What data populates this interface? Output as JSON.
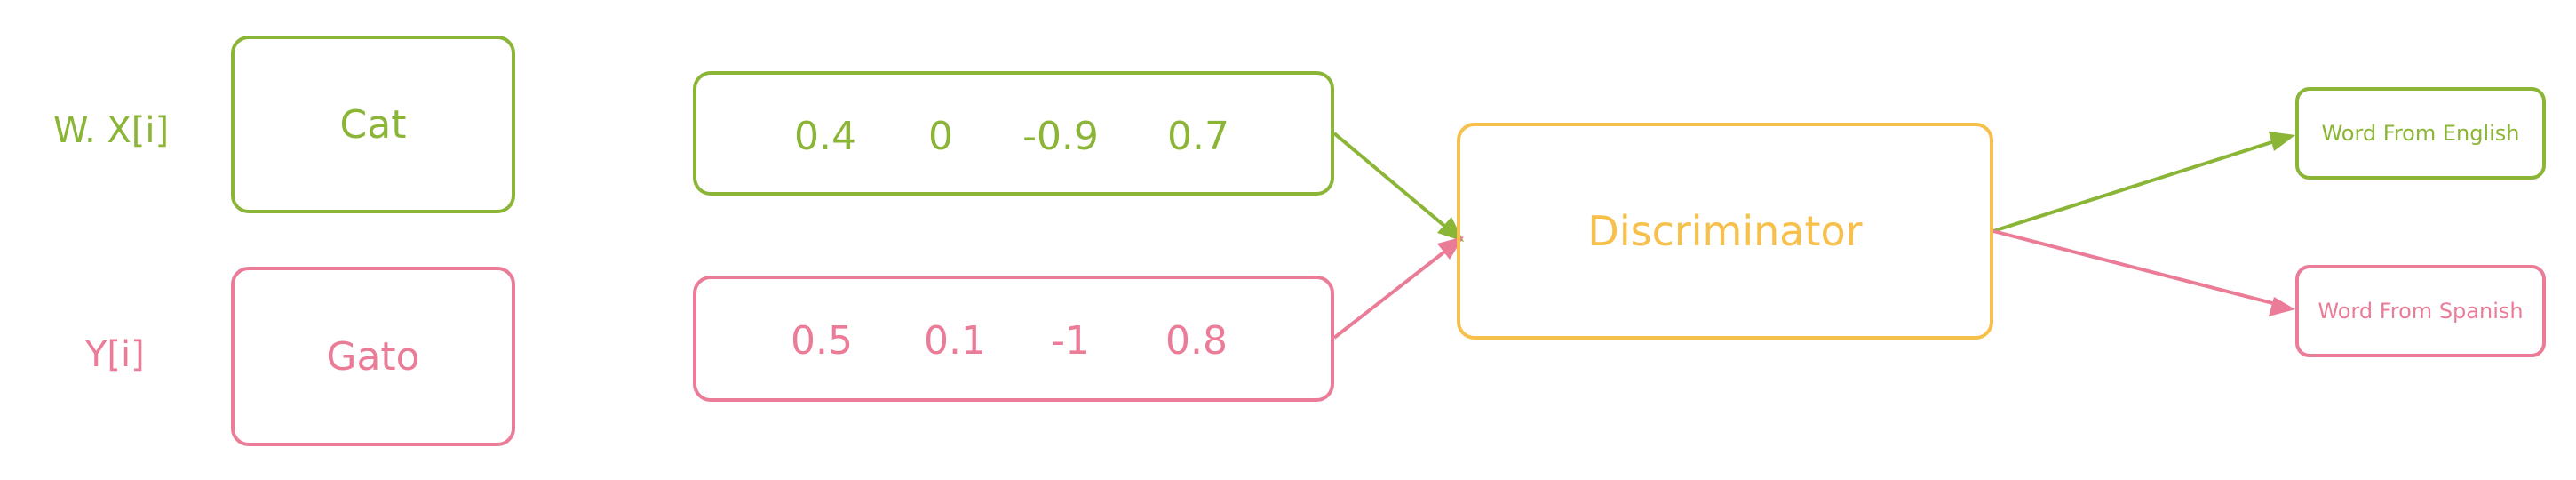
{
  "colors": {
    "english": "#8bb536",
    "spanish": "#eb7c98",
    "discriminator": "#f6c04a"
  },
  "rows": [
    {
      "label": "W. X[i]",
      "word": "Cat",
      "vector": [
        "0.4",
        "0",
        "-0.9",
        "0.7"
      ]
    },
    {
      "label": "Y[i]",
      "word": "Gato",
      "vector": [
        "0.5",
        "0.1",
        "-1",
        "0.8"
      ]
    }
  ],
  "discriminator": {
    "label": "Discriminator"
  },
  "outputs": [
    {
      "label": "Word From English"
    },
    {
      "label": "Word From Spanish"
    }
  ]
}
